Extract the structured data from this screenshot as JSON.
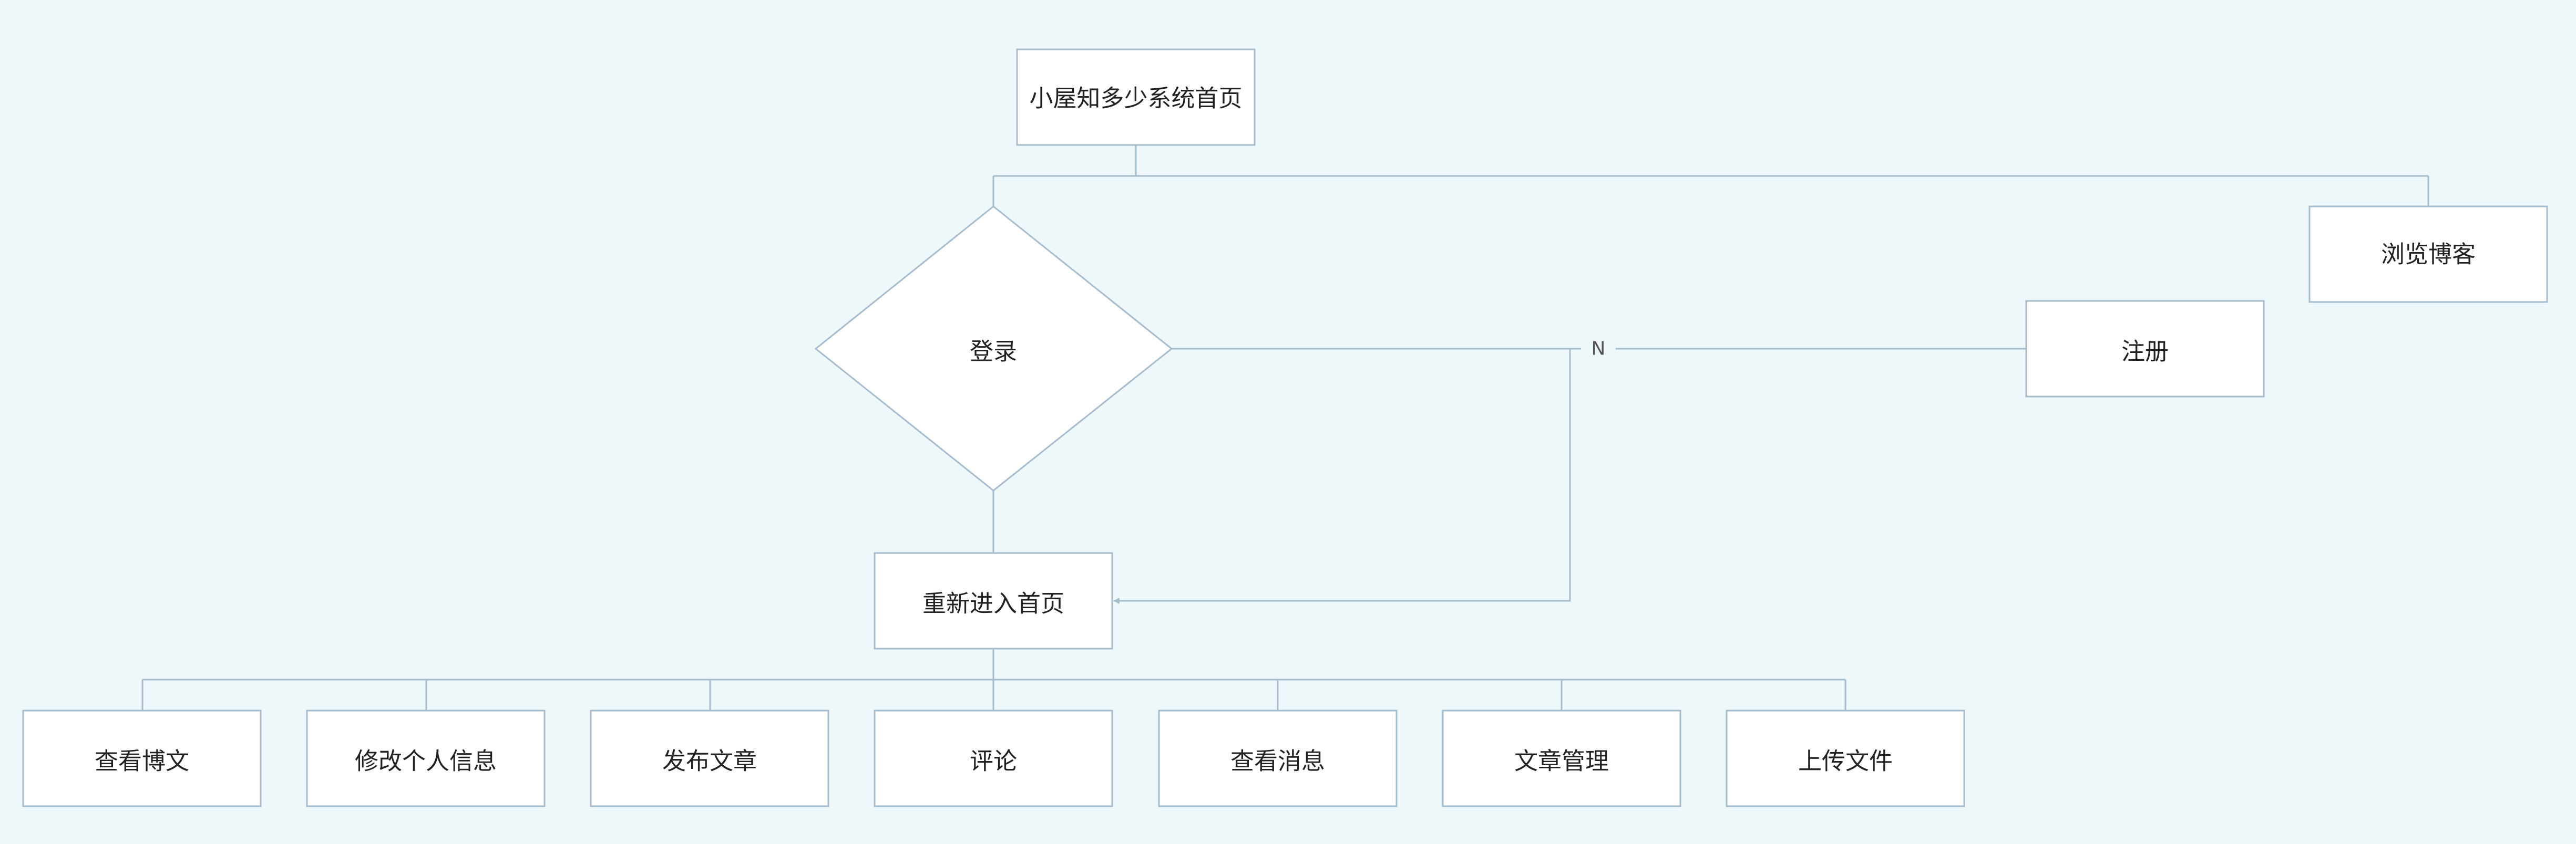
{
  "diagram": {
    "nodes": {
      "home": "小屋知多少系统首页",
      "login": "登录",
      "browse": "浏览博客",
      "register": "注册",
      "reenter": "重新进入首页",
      "view_posts": "查看博文",
      "edit_profile": "修改个人信息",
      "publish": "发布文章",
      "comment": "评论",
      "view_messages": "查看消息",
      "manage_articles": "文章管理",
      "upload": "上传文件"
    },
    "edge_labels": {
      "login_no": "N"
    }
  },
  "colors": {
    "background": "#eef7fa",
    "node_fill": "#ffffff",
    "line": "#a6bccd",
    "text": "#222222"
  }
}
